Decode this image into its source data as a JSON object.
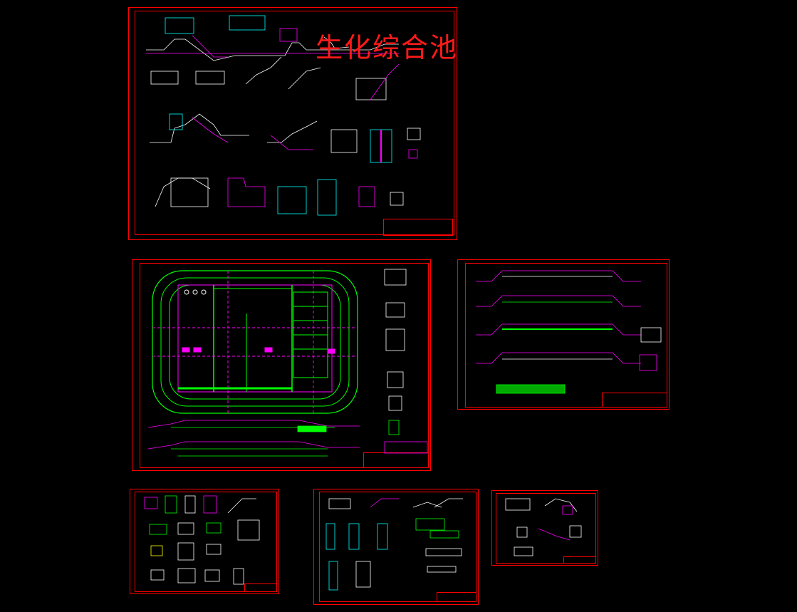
{
  "drawing": {
    "title": "生化综合池",
    "colors": {
      "background": "#000000",
      "frame": "#ff0000",
      "magenta": "#ff00ff",
      "green": "#00ff00",
      "cyan": "#00ffff",
      "white": "#ffffff",
      "yellow": "#ffff00"
    }
  },
  "sheets": [
    {
      "id": "sheet-details-top",
      "kind": "detail-sheet"
    },
    {
      "id": "sheet-plan-main",
      "kind": "pool-plan"
    },
    {
      "id": "sheet-sections-right",
      "kind": "section-sheet"
    },
    {
      "id": "sheet-details-bottom-left",
      "kind": "detail-sheet"
    },
    {
      "id": "sheet-details-bottom-middle",
      "kind": "detail-sheet"
    },
    {
      "id": "sheet-details-bottom-right",
      "kind": "detail-sheet"
    }
  ]
}
